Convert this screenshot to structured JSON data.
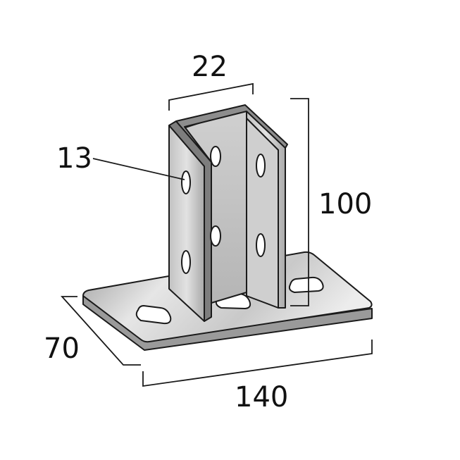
{
  "diagram": {
    "dimensions": {
      "channel_width": "22",
      "hole_diameter": "13",
      "height": "100",
      "depth": "70",
      "length": "140"
    },
    "colors": {
      "metal_light": "#e4e4e4",
      "metal_mid": "#b8b8b8",
      "metal_dark": "#8a8a8a",
      "outline": "#1a1a1a"
    }
  }
}
